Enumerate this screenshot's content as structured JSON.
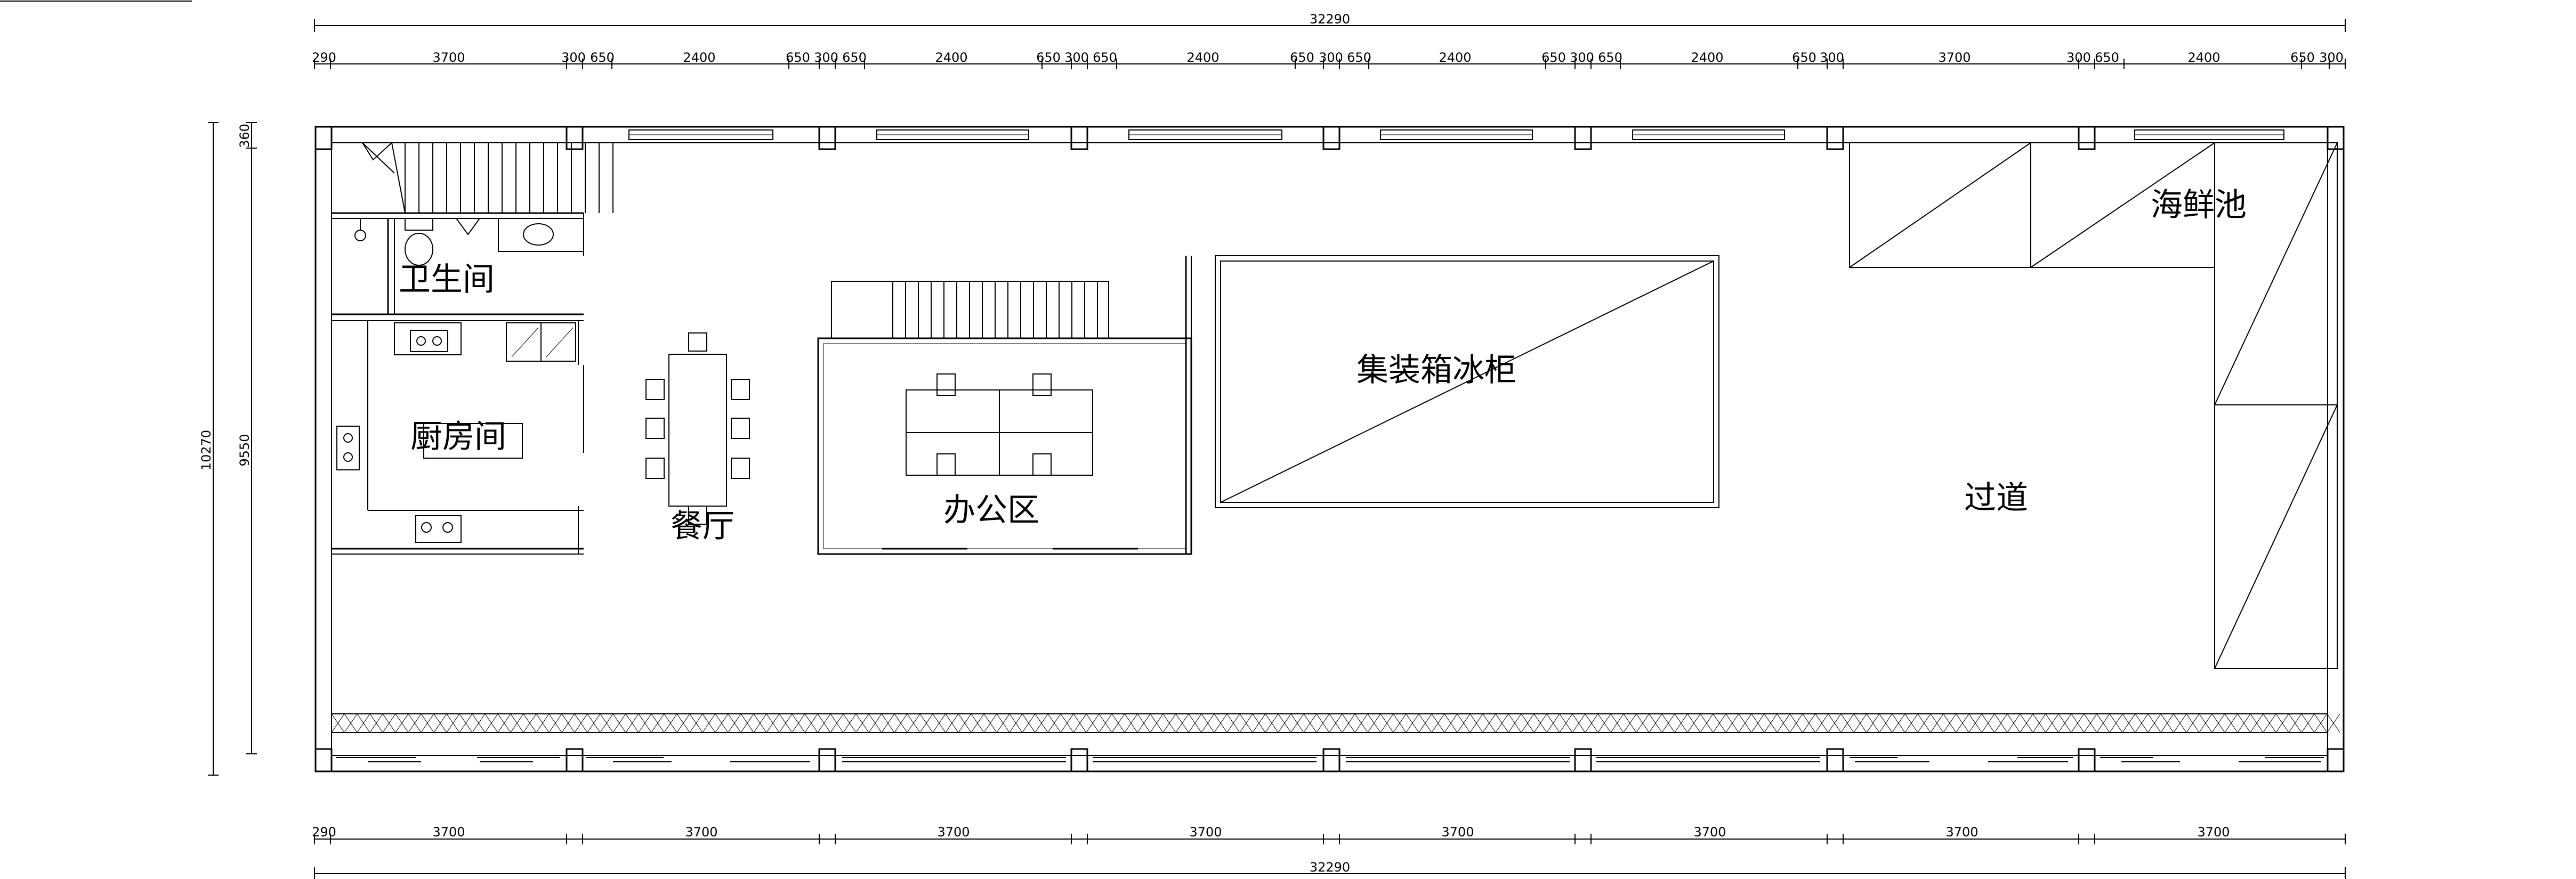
{
  "drawing": {
    "overall_width": "32290",
    "top_segments": [
      "290",
      "3700",
      "300",
      "650",
      "2400",
      "650",
      "300",
      "650",
      "2400",
      "650",
      "300",
      "650",
      "2400",
      "650",
      "300",
      "650",
      "2400",
      "650",
      "300",
      "650",
      "2400",
      "650",
      "300",
      "3700",
      "300",
      "650",
      "2400",
      "650",
      "300"
    ],
    "bottom_segments": [
      "290",
      "3700",
      "3700",
      "3700",
      "3700",
      "3700",
      "3700",
      "3700",
      "3700"
    ],
    "left_outer": "10270",
    "left_inner": "9550",
    "left_small": "360"
  },
  "rooms": {
    "bathroom": "卫生间",
    "kitchen": "厨房间",
    "dining": "餐厅",
    "office": "办公区",
    "container_freezer": "集装箱冰柜",
    "seafood_pool": "海鲜池",
    "corridor": "过道"
  }
}
